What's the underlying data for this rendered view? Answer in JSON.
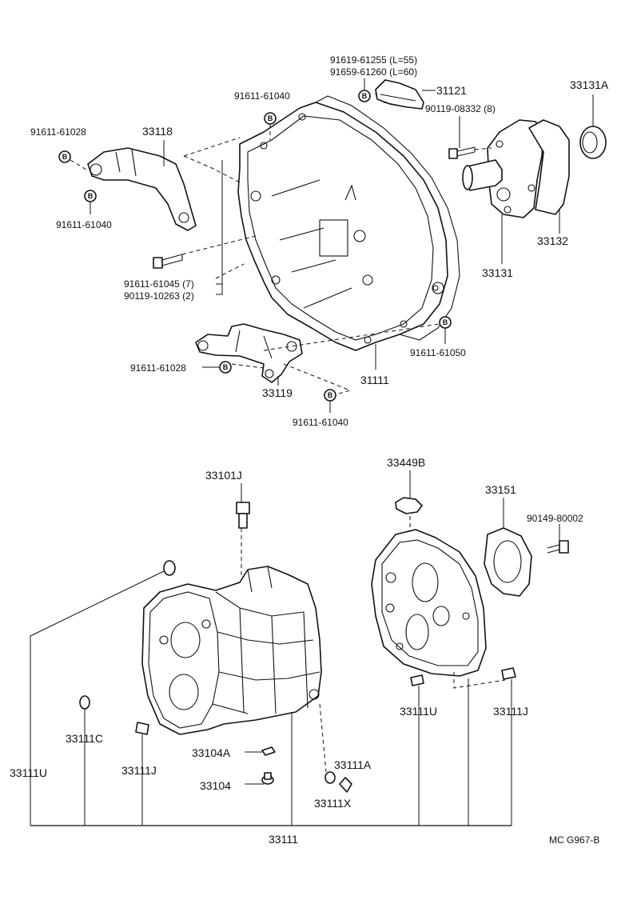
{
  "diagram": {
    "upper_group": {
      "labels": {
        "p91619": "91619-61255 (L=55)",
        "p91659": "91659-61260 (L=60)",
        "p31121": "31121",
        "p90119_08332": "90119-08332 (8)",
        "p33131A": "33131A",
        "p91611_61040_top": "91611-61040",
        "p91611_61028_left": "91611-61028",
        "p33118": "33118",
        "p91611_61040_left": "91611-61040",
        "p91611_61045": "91611-61045 (7)",
        "p90119_10263": "90119-10263 (2)",
        "p33132": "33132",
        "p33131": "33131",
        "p91611_61050": "91611-61050",
        "p91611_61028_lower": "91611-61028",
        "p31111": "31111",
        "p33119": "33119",
        "p91611_61040_bottom": "91611-61040"
      }
    },
    "lower_group": {
      "labels": {
        "p33449B": "33449B",
        "p33101J": "33101J",
        "p33151": "33151",
        "p90149": "90149-80002",
        "p33111C": "33111C",
        "p33111U_left": "33111U",
        "p33111J_left": "33111J",
        "p33104A": "33104A",
        "p33104": "33104",
        "p33111A": "33111A",
        "p33111X": "33111X",
        "p33111U_right": "33111U",
        "p33111J_right": "33111J",
        "p33111": "33111"
      }
    },
    "bolt_marker": "B",
    "catalog_code": "MC G967-B"
  }
}
